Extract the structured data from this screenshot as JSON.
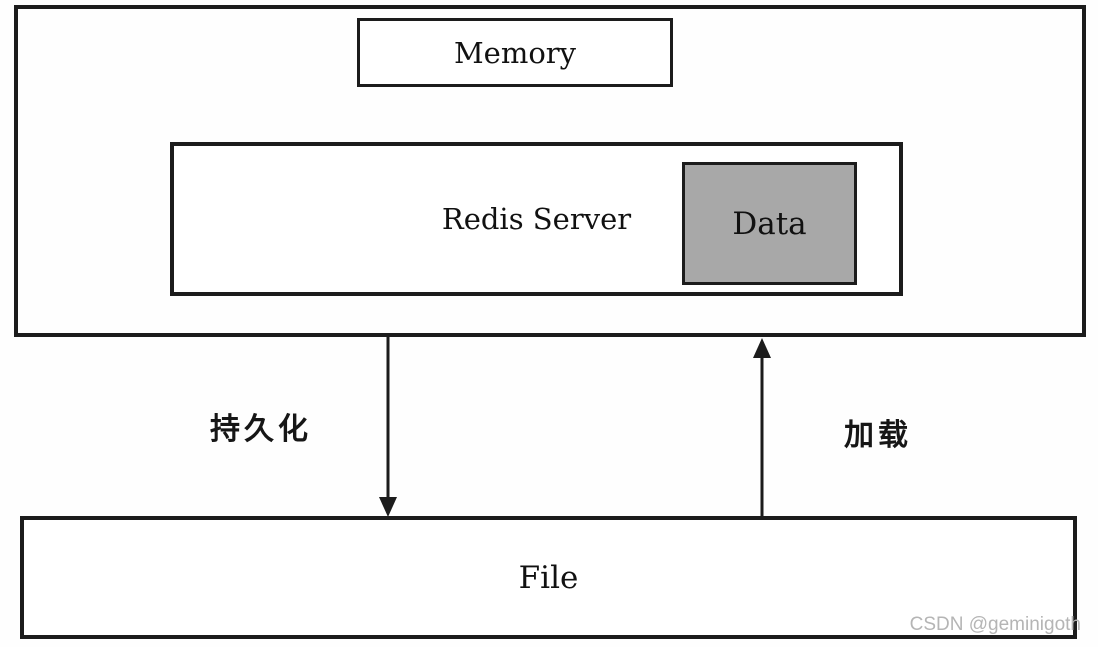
{
  "diagram": {
    "nodes": {
      "memory": {
        "label": "Memory"
      },
      "redis_server": {
        "label": "Redis Server"
      },
      "data": {
        "label": "Data"
      },
      "file": {
        "label": "File"
      }
    },
    "arrows": {
      "persist": {
        "label": "持久化",
        "direction": "down",
        "from": "redis_server",
        "to": "file"
      },
      "load": {
        "label": "加载",
        "direction": "up",
        "from": "file",
        "to": "redis_server"
      }
    },
    "watermark": "CSDN @geminigoth",
    "colors": {
      "border": "#1c1c1c",
      "data_fill": "#a8a8a8",
      "watermark": "#b5b5b5",
      "background": "#fefefe"
    }
  }
}
